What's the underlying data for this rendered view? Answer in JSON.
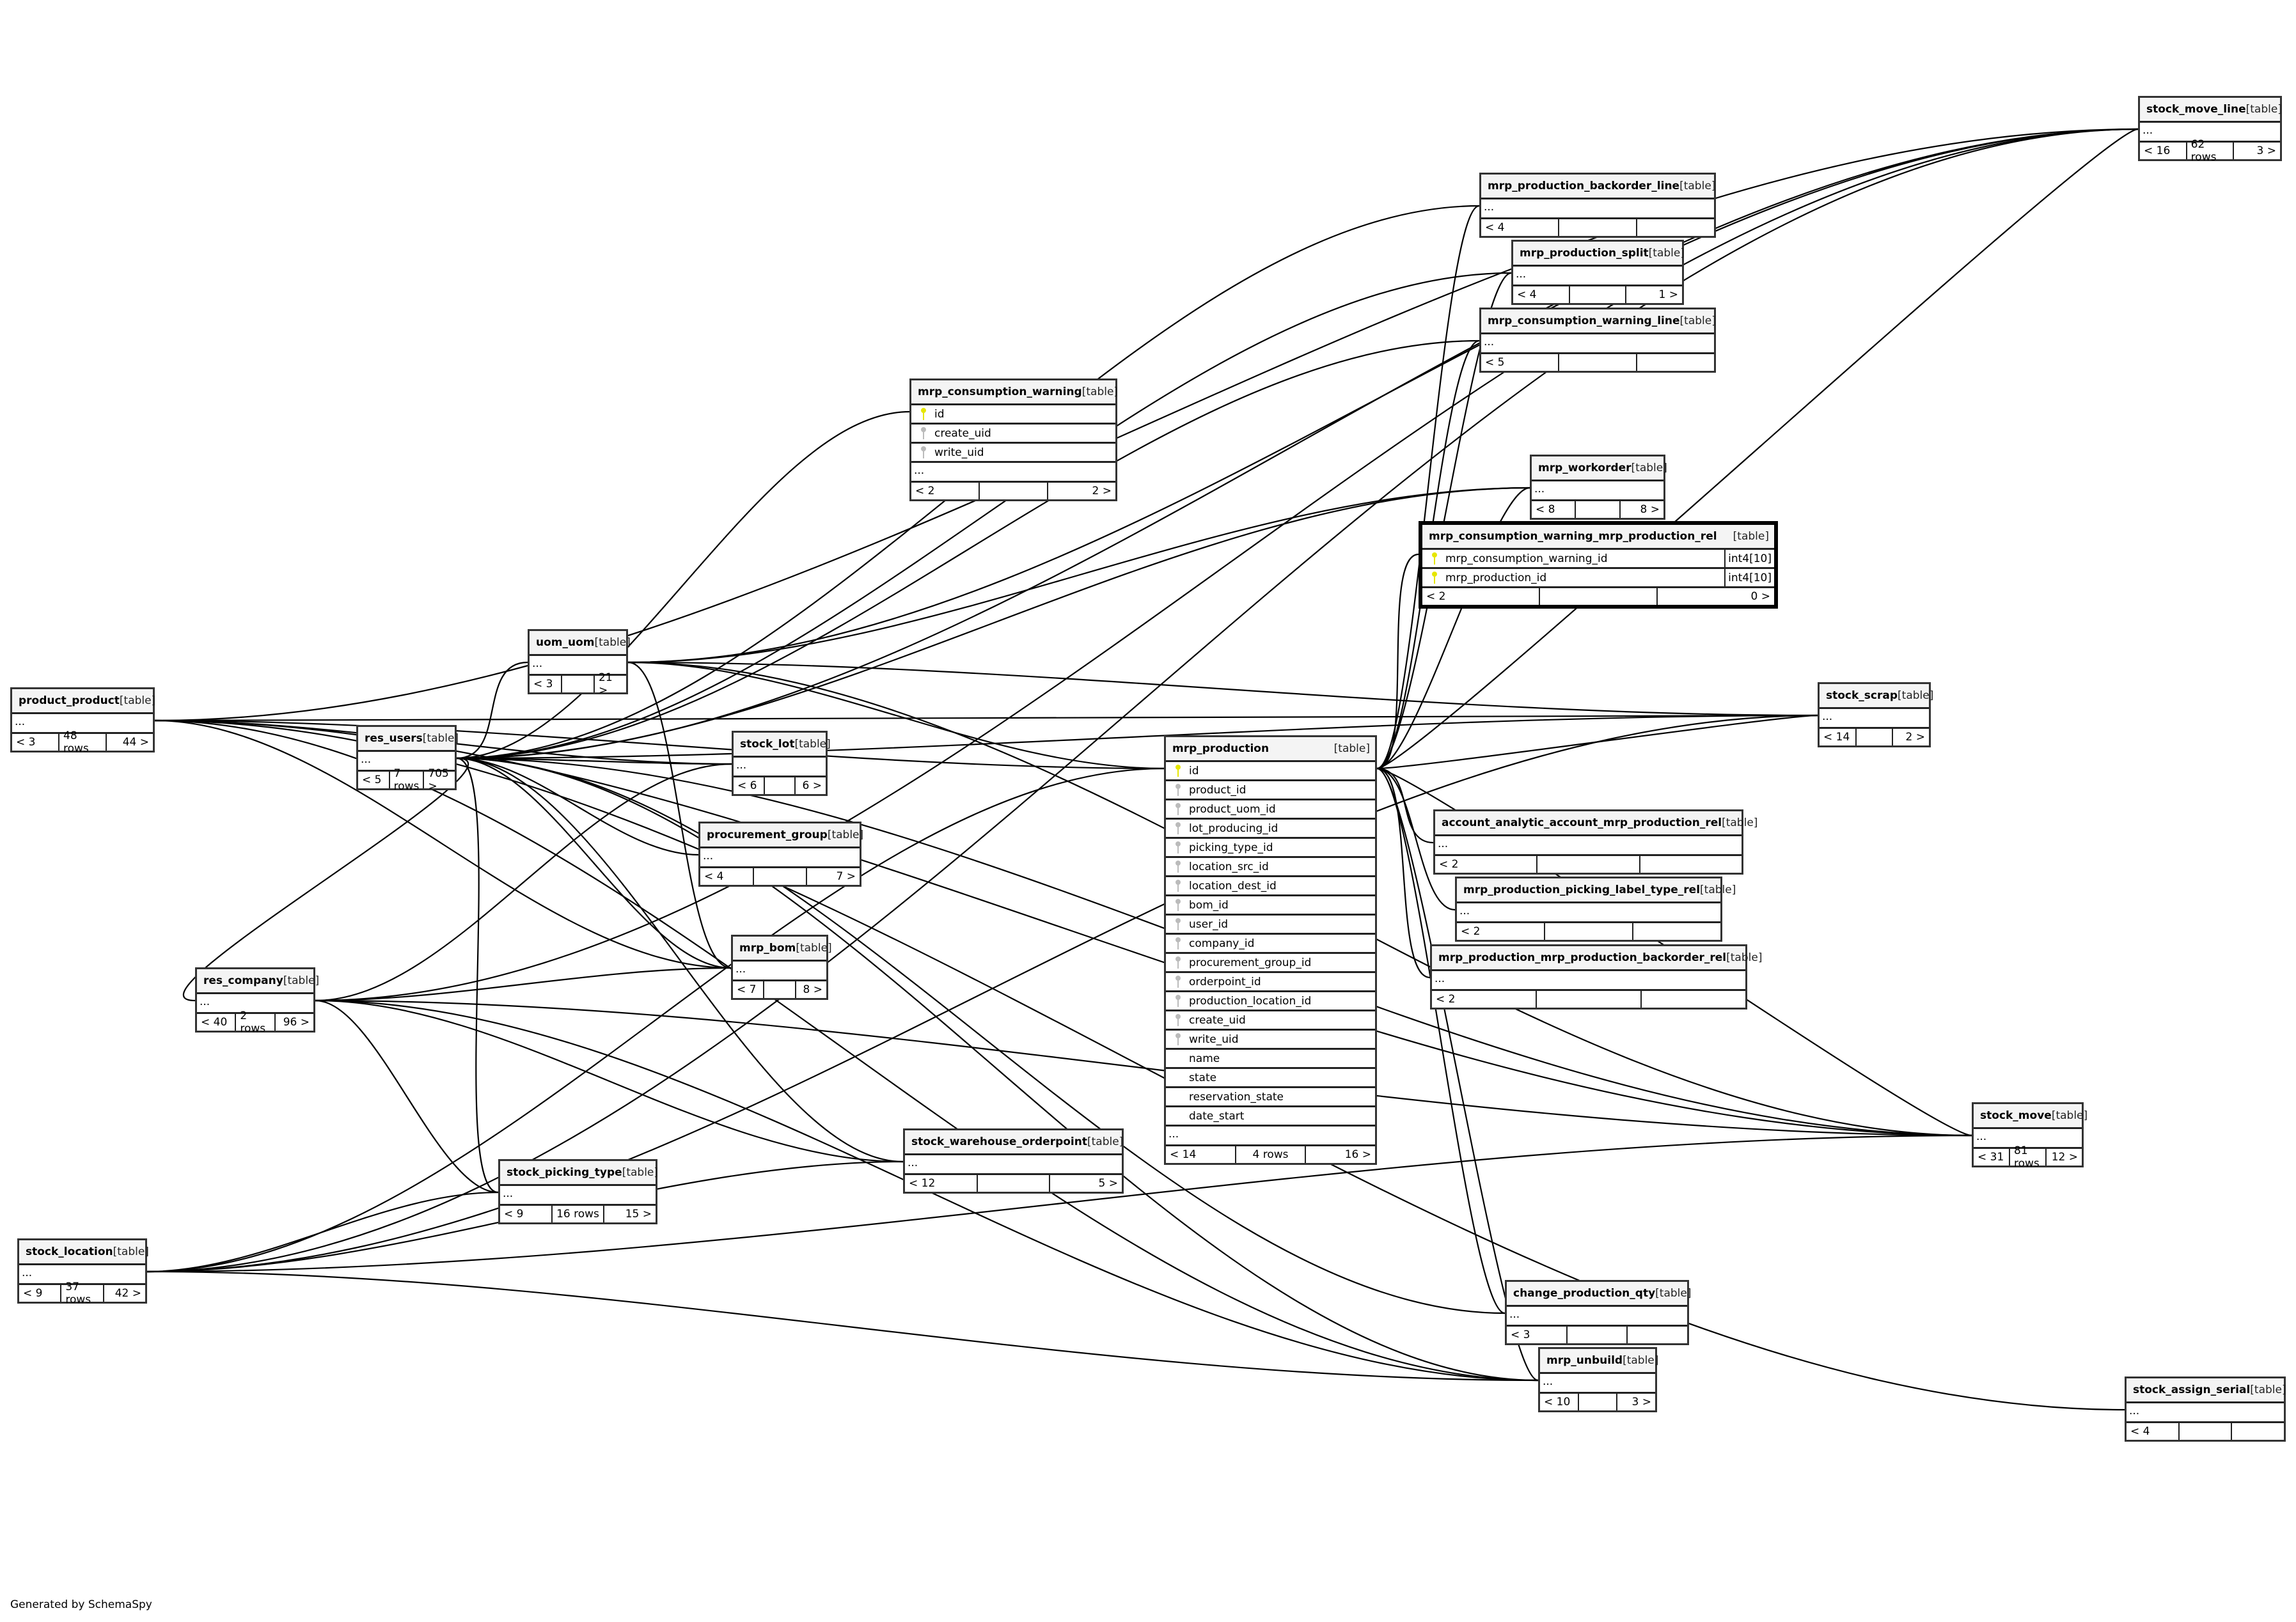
{
  "footer": {
    "credit": "Generated by SchemaSpy"
  },
  "icons": {
    "primary_key": "key-icon-yellow",
    "foreign_key": "key-icon-gray"
  },
  "colors": {
    "primary_key": "#e6e600",
    "foreign_key": "#bbbbbb",
    "header_bg": "#f4f4f4"
  },
  "tables": {
    "stock_move_line": {
      "name": "stock_move_line",
      "type": "[table]",
      "dots": "...",
      "parents": "< 16",
      "rows": "62 rows",
      "children": "3 >"
    },
    "mrp_production_backorder_line": {
      "name": "mrp_production_backorder_line",
      "type": "[table]",
      "dots": "...",
      "parents": "< 4",
      "rows": "",
      "children": ""
    },
    "mrp_production_split": {
      "name": "mrp_production_split",
      "type": "[table]",
      "dots": "...",
      "parents": "< 4",
      "rows": "",
      "children": "1 >"
    },
    "mrp_consumption_warning_line": {
      "name": "mrp_consumption_warning_line",
      "type": "[table]",
      "dots": "...",
      "parents": "< 5",
      "rows": "",
      "children": ""
    },
    "mrp_consumption_warning": {
      "name": "mrp_consumption_warning",
      "type": "[table]",
      "columns": [
        {
          "name": "id",
          "key": "pk"
        },
        {
          "name": "create_uid",
          "key": "fk"
        },
        {
          "name": "write_uid",
          "key": "fk"
        }
      ],
      "dots": "...",
      "parents": "< 2",
      "rows": "",
      "children": "2 >"
    },
    "mrp_workorder": {
      "name": "mrp_workorder",
      "type": "[table]",
      "dots": "...",
      "parents": "< 8",
      "rows": "",
      "children": "8 >"
    },
    "mrp_consumption_warning_mrp_production_rel": {
      "name": "mrp_consumption_warning_mrp_production_rel",
      "type": "[table]",
      "columns": [
        {
          "name": "mrp_consumption_warning_id",
          "key": "pk",
          "dtype": "int4[10]"
        },
        {
          "name": "mrp_production_id",
          "key": "pk",
          "dtype": "int4[10]"
        }
      ],
      "parents": "< 2",
      "rows": "",
      "children": "0 >"
    },
    "uom_uom": {
      "name": "uom_uom",
      "type": "[table]",
      "dots": "...",
      "parents": "< 3",
      "rows": "",
      "children": "21 >"
    },
    "product_product": {
      "name": "product_product",
      "type": "[table]",
      "dots": "...",
      "parents": "< 3",
      "rows": "48 rows",
      "children": "44 >"
    },
    "res_users": {
      "name": "res_users",
      "type": "[table]",
      "dots": "...",
      "parents": "< 5",
      "rows": "7 rows",
      "children": "705 >"
    },
    "stock_lot": {
      "name": "stock_lot",
      "type": "[table]",
      "dots": "...",
      "parents": "< 6",
      "rows": "",
      "children": "6 >"
    },
    "stock_scrap": {
      "name": "stock_scrap",
      "type": "[table]",
      "dots": "...",
      "parents": "< 14",
      "rows": "",
      "children": "2 >"
    },
    "mrp_production": {
      "name": "mrp_production",
      "type": "[table]",
      "columns": [
        {
          "name": "id",
          "key": "pk"
        },
        {
          "name": "product_id",
          "key": "fk"
        },
        {
          "name": "product_uom_id",
          "key": "fk"
        },
        {
          "name": "lot_producing_id",
          "key": "fk"
        },
        {
          "name": "picking_type_id",
          "key": "fk"
        },
        {
          "name": "location_src_id",
          "key": "fk"
        },
        {
          "name": "location_dest_id",
          "key": "fk"
        },
        {
          "name": "bom_id",
          "key": "fk"
        },
        {
          "name": "user_id",
          "key": "fk"
        },
        {
          "name": "company_id",
          "key": "fk"
        },
        {
          "name": "procurement_group_id",
          "key": "fk"
        },
        {
          "name": "orderpoint_id",
          "key": "fk"
        },
        {
          "name": "production_location_id",
          "key": "fk"
        },
        {
          "name": "create_uid",
          "key": "fk"
        },
        {
          "name": "write_uid",
          "key": "fk"
        },
        {
          "name": "name",
          "key": ""
        },
        {
          "name": "state",
          "key": ""
        },
        {
          "name": "reservation_state",
          "key": ""
        },
        {
          "name": "date_start",
          "key": ""
        }
      ],
      "dots": "...",
      "parents": "< 14",
      "rows": "4 rows",
      "children": "16 >"
    },
    "procurement_group": {
      "name": "procurement_group",
      "type": "[table]",
      "dots": "...",
      "parents": "< 4",
      "rows": "",
      "children": "7 >"
    },
    "account_analytic_account_mrp_production_rel": {
      "name": "account_analytic_account_mrp_production_rel",
      "type": "[table]",
      "dots": "...",
      "parents": "< 2",
      "rows": "",
      "children": ""
    },
    "mrp_production_picking_label_type_rel": {
      "name": "mrp_production_picking_label_type_rel",
      "type": "[table]",
      "dots": "...",
      "parents": "< 2",
      "rows": "",
      "children": ""
    },
    "mrp_production_mrp_production_backorder_rel": {
      "name": "mrp_production_mrp_production_backorder_rel",
      "type": "[table]",
      "dots": "...",
      "parents": "< 2",
      "rows": "",
      "children": ""
    },
    "mrp_bom": {
      "name": "mrp_bom",
      "type": "[table]",
      "dots": "...",
      "parents": "< 7",
      "rows": "",
      "children": "8 >"
    },
    "res_company": {
      "name": "res_company",
      "type": "[table]",
      "dots": "...",
      "parents": "< 40",
      "rows": "2 rows",
      "children": "96 >"
    },
    "stock_move": {
      "name": "stock_move",
      "type": "[table]",
      "dots": "...",
      "parents": "< 31",
      "rows": "81 rows",
      "children": "12 >"
    },
    "stock_warehouse_orderpoint": {
      "name": "stock_warehouse_orderpoint",
      "type": "[table]",
      "dots": "...",
      "parents": "< 12",
      "rows": "",
      "children": "5 >"
    },
    "stock_picking_type": {
      "name": "stock_picking_type",
      "type": "[table]",
      "dots": "...",
      "parents": "< 9",
      "rows": "16 rows",
      "children": "15 >"
    },
    "stock_location": {
      "name": "stock_location",
      "type": "[table]",
      "dots": "...",
      "parents": "< 9",
      "rows": "37 rows",
      "children": "42 >"
    },
    "change_production_qty": {
      "name": "change_production_qty",
      "type": "[table]",
      "dots": "...",
      "parents": "< 3",
      "rows": "",
      "children": ""
    },
    "mrp_unbuild": {
      "name": "mrp_unbuild",
      "type": "[table]",
      "dots": "...",
      "parents": "< 10",
      "rows": "",
      "children": "3 >"
    },
    "stock_assign_serial": {
      "name": "stock_assign_serial",
      "type": "[table]",
      "dots": "...",
      "parents": "< 4",
      "rows": "",
      "children": ""
    }
  }
}
